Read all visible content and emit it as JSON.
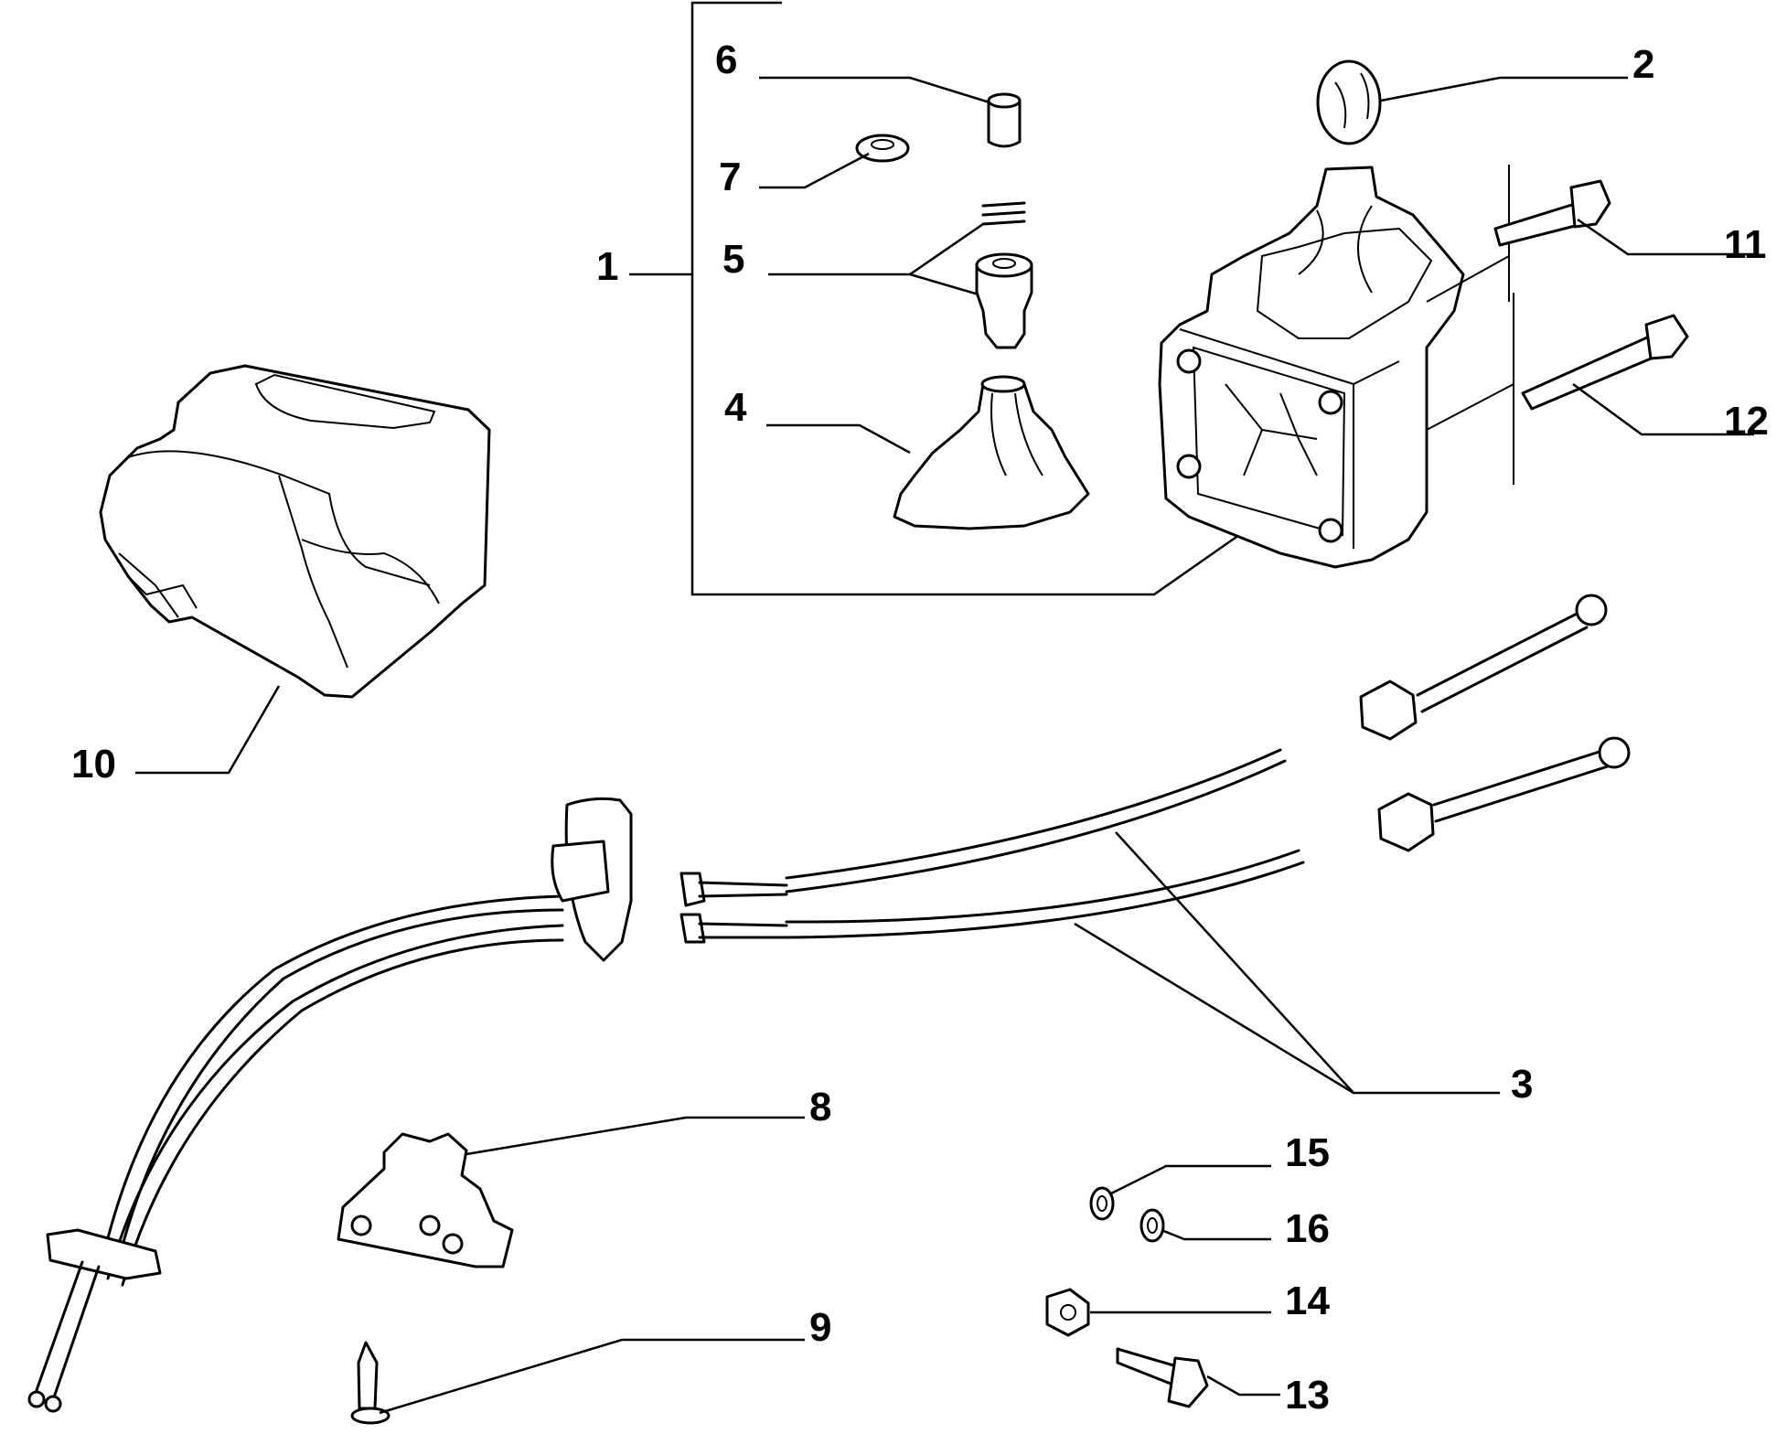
{
  "callouts": [
    {
      "id": "1",
      "label": "1",
      "part": "gear-lever-assembly"
    },
    {
      "id": "2",
      "label": "2",
      "part": "gear-knob"
    },
    {
      "id": "3",
      "label": "3",
      "part": "gearshift-cables"
    },
    {
      "id": "4",
      "label": "4",
      "part": "lever-boot"
    },
    {
      "id": "5",
      "label": "5",
      "part": "bushing-with-spring"
    },
    {
      "id": "6",
      "label": "6",
      "part": "sleeve"
    },
    {
      "id": "7",
      "label": "7",
      "part": "ring"
    },
    {
      "id": "8",
      "label": "8",
      "part": "cable-bracket"
    },
    {
      "id": "9",
      "label": "9",
      "part": "screw"
    },
    {
      "id": "10",
      "label": "10",
      "part": "cover"
    },
    {
      "id": "11",
      "label": "11",
      "part": "bolt"
    },
    {
      "id": "12",
      "label": "12",
      "part": "bolt"
    },
    {
      "id": "13",
      "label": "13",
      "part": "bolt"
    },
    {
      "id": "14",
      "label": "14",
      "part": "nut"
    },
    {
      "id": "15",
      "label": "15",
      "part": "washer"
    },
    {
      "id": "16",
      "label": "16",
      "part": "washer"
    }
  ]
}
